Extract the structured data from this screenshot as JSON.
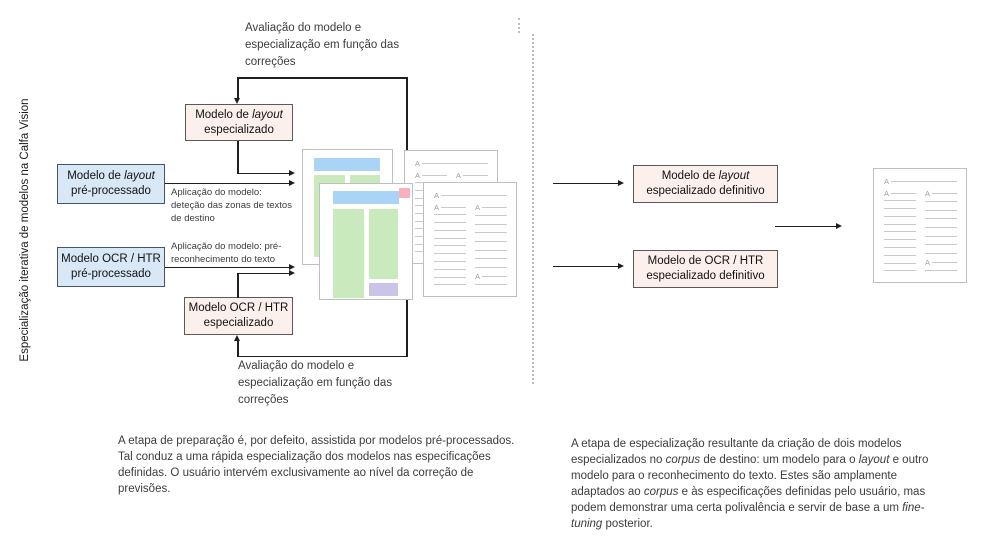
{
  "title_vertical": "Especialização iterativa de modelos na Calfa Vision",
  "colors": {
    "box_blue_fill": "#d9e8f6",
    "box_blue_border": "#44546a",
    "box_pink_fill": "#fbf0ec",
    "box_pink_border": "#595959",
    "doc_border": "#bfbfbf",
    "doc_blue": "#aad4f5",
    "doc_green": "#c9eabc",
    "doc_pink": "#f7b1be",
    "doc_purple": "#ccc3e8",
    "doc_line": "#c9c9c9",
    "doc_a": "#9e9e9e",
    "arrow": "#1f1f1f",
    "divider": "#b8bdc9"
  },
  "flow": {
    "feedback_top": "Avaliação do modelo e\nespecialização em função das\ncorreções",
    "feedback_bottom": "Avaliação do modelo e\nespecialização em função das\ncorreções",
    "apply_layout": "Aplicação do modelo:\ndeteção das zonas de textos\nde destino",
    "apply_ocr": "Aplicação do modelo: pré-\nreconhecimento do texto",
    "boxes": {
      "layout_pre": {
        "segments": [
          {
            "t": "Modelo de "
          },
          {
            "t": "layout",
            "i": true
          },
          {
            "t": "\npré-processado"
          }
        ]
      },
      "ocr_pre": {
        "segments": [
          {
            "t": "Modelo OCR / HTR\npré-processado"
          }
        ]
      },
      "layout_spec": {
        "segments": [
          {
            "t": "Modelo de "
          },
          {
            "t": "layout",
            "i": true
          },
          {
            "t": "\nespecializado"
          }
        ]
      },
      "ocr_spec": {
        "segments": [
          {
            "t": "Modelo OCR / HTR\nespecializado"
          }
        ]
      },
      "layout_final": {
        "segments": [
          {
            "t": "Modelo de "
          },
          {
            "t": "layout",
            "i": true
          },
          {
            "t": "\nespecializado definitivo"
          }
        ]
      },
      "ocr_final": {
        "segments": [
          {
            "t": "Modelo de OCR / HTR\nespecializado definitivo"
          }
        ]
      }
    }
  },
  "document_page": {
    "a_glyph": "A",
    "header_has_a": true,
    "left_column": {
      "rows": 11,
      "a_rows": [
        0
      ]
    },
    "right_column": {
      "rows": 10,
      "a_rows": [
        0,
        8
      ]
    }
  },
  "captions": {
    "left": "A etapa de preparação é, por defeito,  assistida por modelos pré-processados. Tal conduz a uma rápida especialização dos modelos nas especificações definidas. O usuário intervém exclusivamente ao nível da correção de previsões.",
    "right_segments": [
      {
        "t": "A etapa de especialização resultante da criação de dois modelos especializados no "
      },
      {
        "t": "corpus",
        "i": true
      },
      {
        "t": " de destino: um modelo para o "
      },
      {
        "t": "layout",
        "i": true
      },
      {
        "t": " e outro modelo para o reconhecimento do texto. Estes são amplamente adaptados ao "
      },
      {
        "t": "corpus",
        "i": true
      },
      {
        "t": " e às especificações definidas pelo usuário, mas podem demonstrar uma certa polivalência e servir de base a um "
      },
      {
        "t": "fine-tuning",
        "i": true
      },
      {
        "t": " posterior."
      }
    ]
  }
}
